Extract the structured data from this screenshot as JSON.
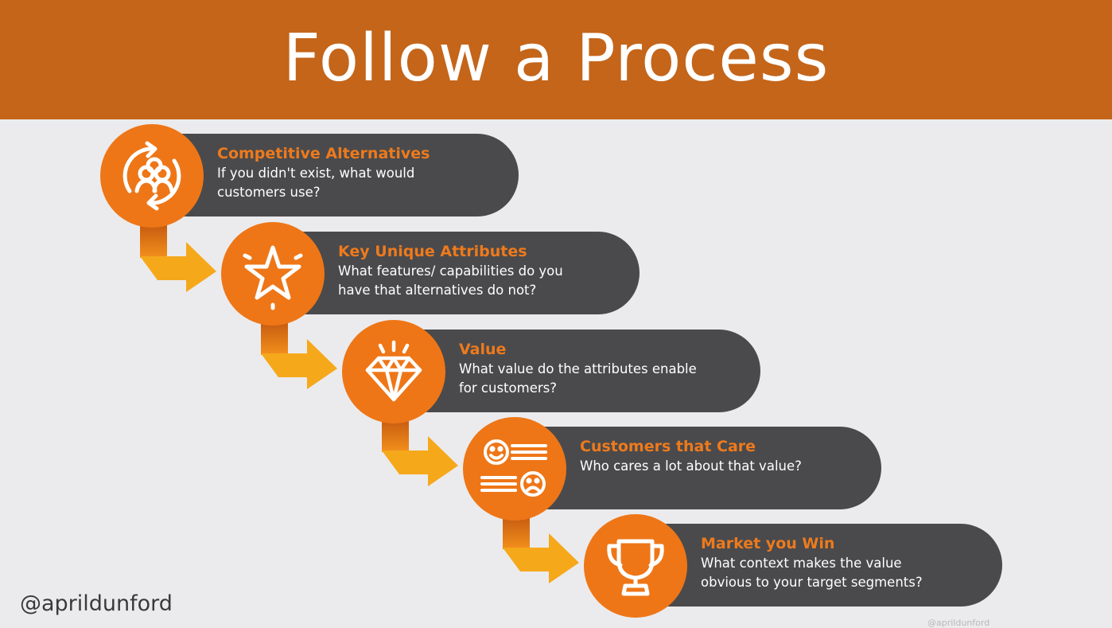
{
  "title": "Follow a Process",
  "handle": "@aprildunford",
  "watermark": "@aprildunford",
  "colors": {
    "header": "#c4651a",
    "circle": "#ee7617",
    "pill": "#4a4a4c",
    "heading_text": "#ee7a1c",
    "arrow": "#f6a81b",
    "background": "#ebebed"
  },
  "steps": [
    {
      "icon": "people-cycle-icon",
      "heading": "Competitive Alternatives",
      "line1": "If you didn't exist, what would",
      "line2": "customers use?"
    },
    {
      "icon": "star-icon",
      "heading": "Key Unique Attributes",
      "line1": "What features/ capabilities do you",
      "line2": "have that alternatives do not?"
    },
    {
      "icon": "diamond-icon",
      "heading": "Value",
      "line1": "What value do the attributes enable",
      "line2": "for customers?"
    },
    {
      "icon": "happy-sad-faces-icon",
      "heading": "Customers that Care",
      "line1": "Who cares a lot about that value?",
      "line2": ""
    },
    {
      "icon": "trophy-icon",
      "heading": "Market you Win",
      "line1": "What context makes the value",
      "line2": "obvious to your target segments?"
    }
  ]
}
